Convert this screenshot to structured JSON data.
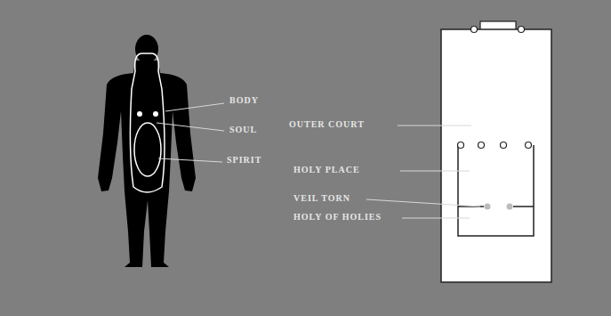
{
  "diagram": {
    "labels": [
      "BODY",
      "SOUL",
      "SPIRIT",
      "OUTER COURT",
      "HOLY PLACE",
      "VEIL TORN",
      "HOLY OF HOLIES"
    ]
  }
}
